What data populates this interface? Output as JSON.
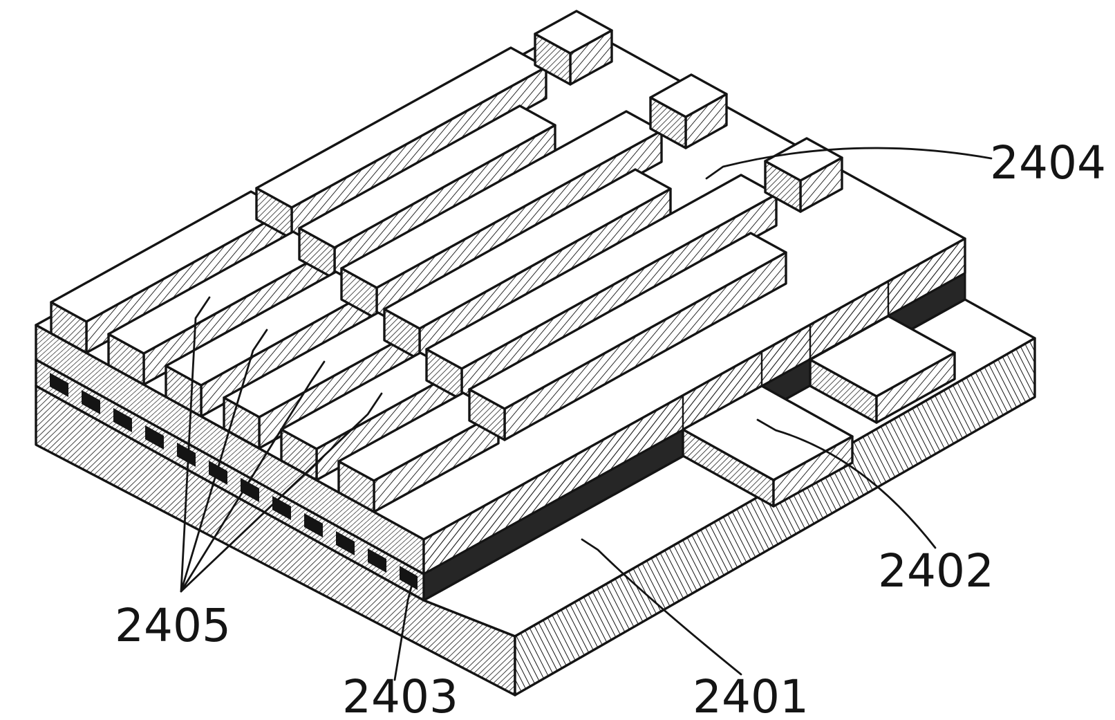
{
  "figure": {
    "background_color": "#ffffff",
    "ink_color": "#141414",
    "dark_layer_color": "#262626",
    "reference_labels": {
      "top_plate": "2404",
      "lower_electrode_bar": "2402",
      "bottom_substrate": "2401",
      "intermediate_layer": "2403",
      "top_electrode_bars": "2405"
    }
  }
}
